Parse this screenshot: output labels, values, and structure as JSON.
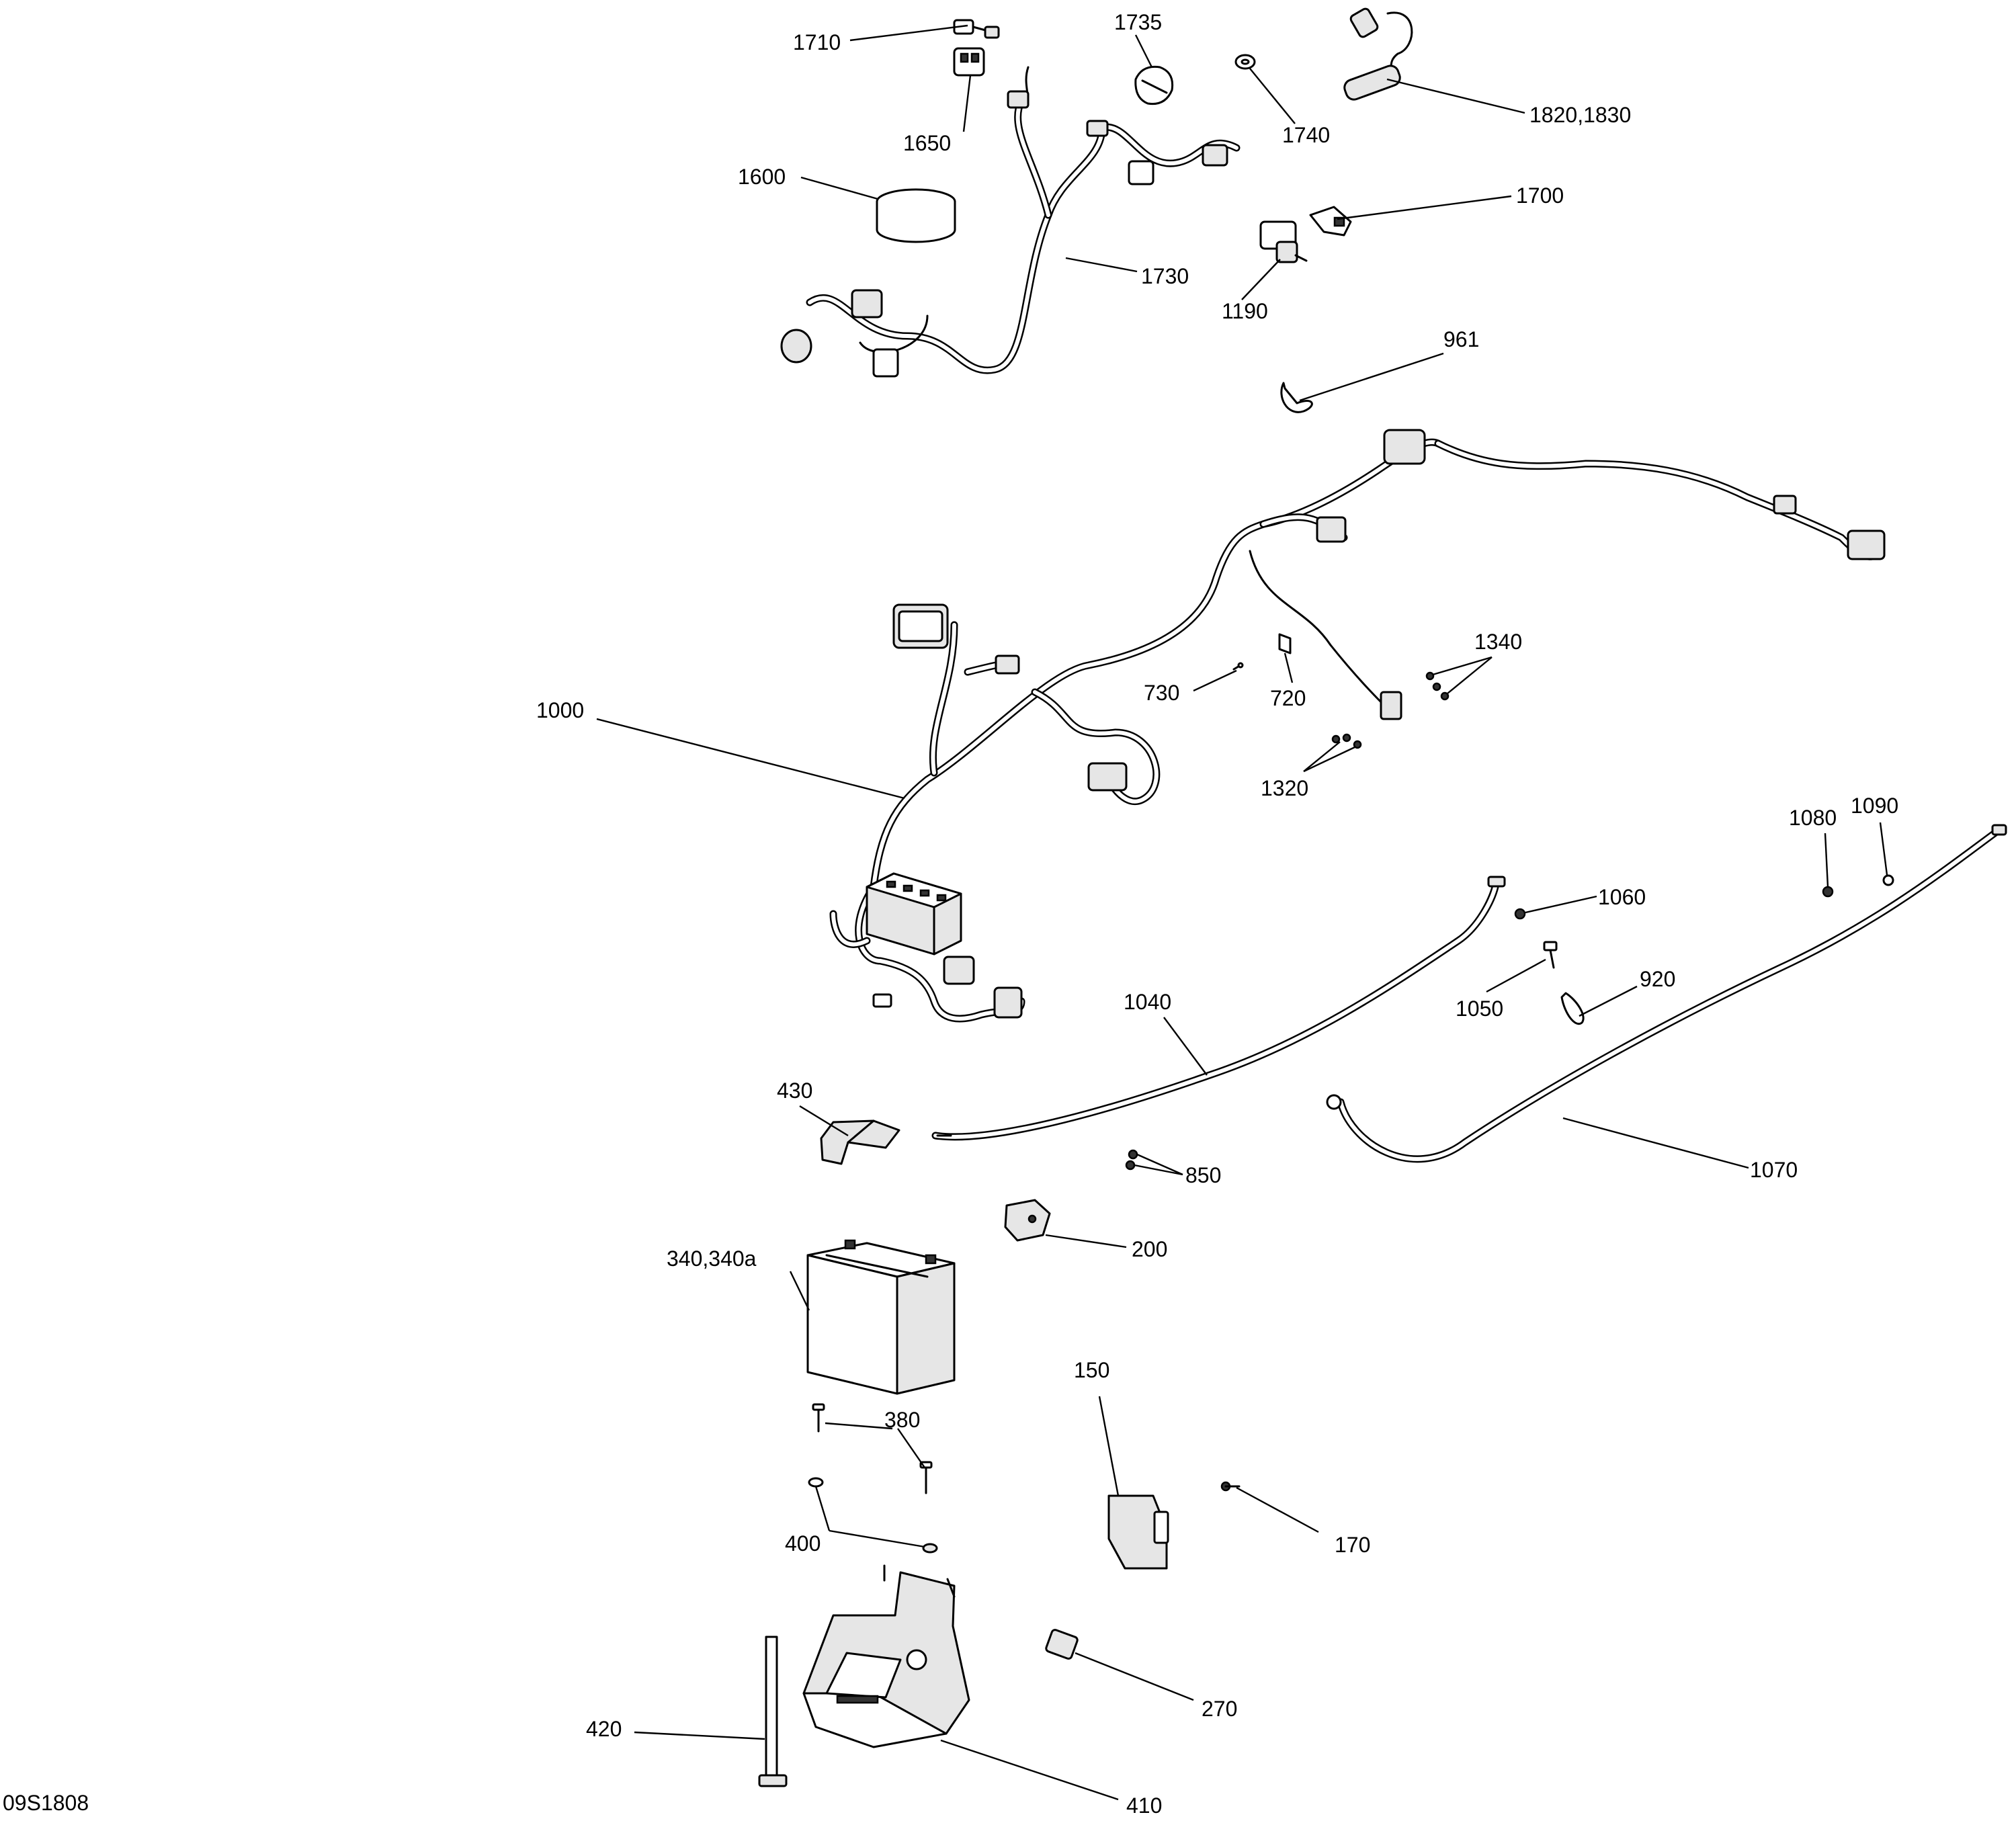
{
  "diagram_code": "09S1808",
  "callouts": {
    "c1710": "1710",
    "c1735": "1735",
    "c1650": "1650",
    "c1740": "1740",
    "c1820": "1820,1830",
    "c1600": "1600",
    "c1700": "1700",
    "c1730": "1730",
    "c1190": "1190",
    "c961": "961",
    "c1340": "1340",
    "c730": "730",
    "c720": "720",
    "c1000": "1000",
    "c1320": "1320",
    "c1080": "1080",
    "c1090": "1090",
    "c1060": "1060",
    "c1040": "1040",
    "c1050": "1050",
    "c920": "920",
    "c430": "430",
    "c1070": "1070",
    "c850": "850",
    "c200": "200",
    "c340": "340,340a",
    "c380": "380",
    "c150": "150",
    "c170": "170",
    "c400": "400",
    "c270": "270",
    "c420": "420",
    "c410": "410"
  }
}
